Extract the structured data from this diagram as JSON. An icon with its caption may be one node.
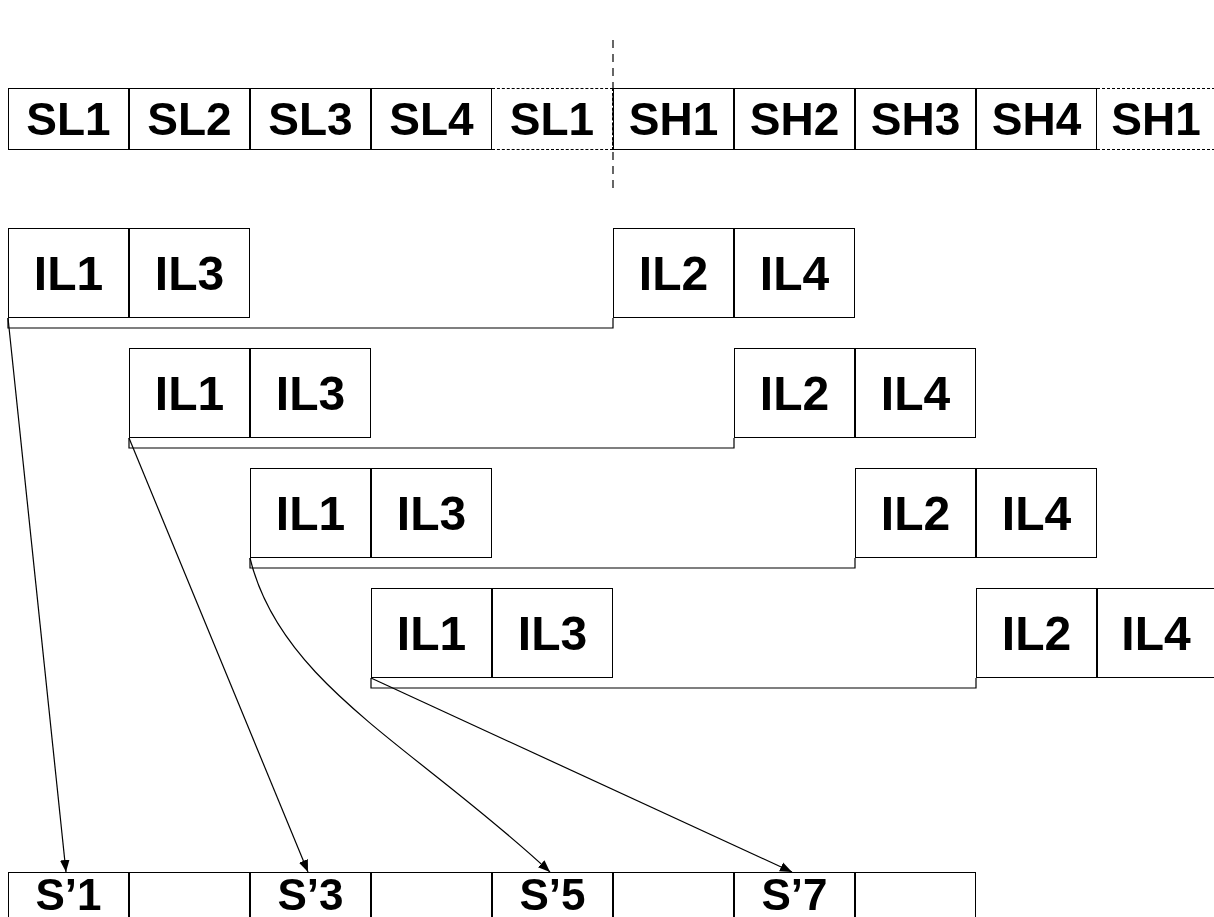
{
  "diagram": {
    "nodes": [
      {
        "text": [
          "SL1"
        ]
      },
      {
        "text": [
          "SL2"
        ]
      },
      {
        "text": [
          "SL3"
        ]
      },
      {
        "text": [
          "SL4"
        ]
      },
      {
        "text": [
          "SL1"
        ]
      },
      {
        "text": [
          "SH1"
        ]
      },
      {
        "text": [
          "SH2"
        ]
      },
      {
        "text": [
          "SH3"
        ]
      },
      {
        "text": [
          "SH4"
        ]
      },
      {
        "text": [
          "SH1"
        ]
      },
      {
        "text": [
          "IL1"
        ]
      },
      {
        "text": [
          "IL3"
        ]
      },
      {
        "text": [
          "IL2"
        ]
      },
      {
        "text": [
          "IL4"
        ]
      },
      {
        "text": [
          "IL1"
        ]
      },
      {
        "text": [
          "IL3"
        ]
      },
      {
        "text": [
          "IL2"
        ]
      },
      {
        "text": [
          "IL4"
        ]
      },
      {
        "text": [
          "IL1"
        ]
      },
      {
        "text": [
          "IL3"
        ]
      },
      {
        "text": [
          "IL2"
        ]
      },
      {
        "text": [
          "IL4"
        ]
      },
      {
        "text": [
          "IL1"
        ]
      },
      {
        "text": [
          "IL3"
        ]
      },
      {
        "text": [
          "IL2"
        ]
      },
      {
        "text": [
          "IL4"
        ]
      },
      {
        "text": [
          "S’1"
        ]
      },
      {
        "text": [],
        "shape": "box"
      },
      {
        "text": [
          "S’3"
        ]
      },
      {
        "text": [],
        "shape": "box"
      },
      {
        "text": [
          "S’5"
        ]
      },
      {
        "text": [],
        "shape": "box"
      },
      {
        "text": [
          "S’7"
        ]
      },
      {
        "text": [],
        "shape": "box"
      }
    ],
    "edges": [
      {
        "from": 10,
        "to": 12,
        "arrow": "none"
      },
      {
        "from": 14,
        "to": 16,
        "arrow": "none"
      },
      {
        "from": 18,
        "to": 20,
        "arrow": "none"
      },
      {
        "from": 22,
        "to": 24,
        "arrow": "none"
      },
      {
        "from": 10,
        "to": 26,
        "arrow": "to"
      },
      {
        "from": 14,
        "to": 28,
        "arrow": "to"
      },
      {
        "from": 18,
        "to": 30,
        "arrow": "to"
      },
      {
        "from": 22,
        "to": 32,
        "arrow": "to"
      }
    ]
  }
}
